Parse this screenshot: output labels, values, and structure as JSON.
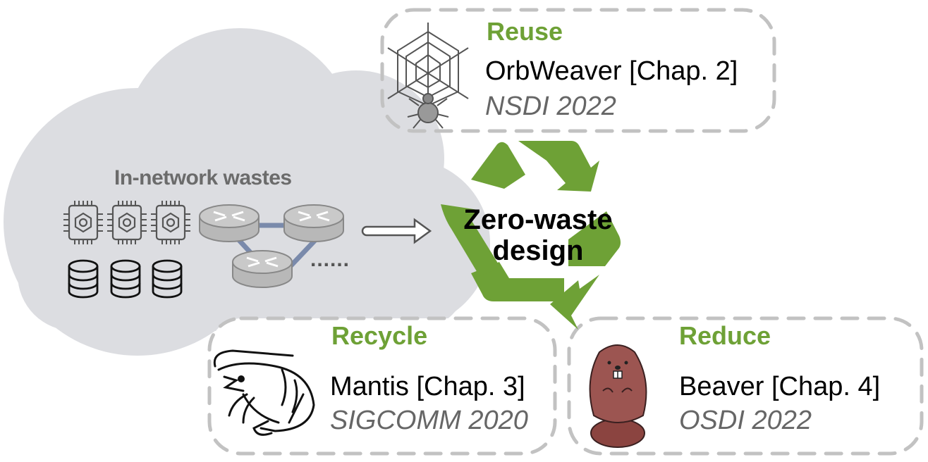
{
  "colors": {
    "accent_green": "#6ea136",
    "cloud_fill": "#dcdde1",
    "box_border": "#c2c2c2",
    "venue_text": "#666666",
    "beaver_body": "#9c5551",
    "router_link": "#7a8aab"
  },
  "cloud": {
    "title": "In-network wastes",
    "ellipsis": "......",
    "icons": [
      "chip-icon",
      "chip-icon",
      "chip-icon",
      "database-icon",
      "database-icon",
      "database-icon",
      "router-icon",
      "router-icon",
      "router-icon"
    ]
  },
  "center": {
    "line1": "Zero-waste",
    "line2": "design",
    "icon": "recycle-icon"
  },
  "boxes": {
    "reuse": {
      "category": "Reuse",
      "project": "OrbWeaver [Chap. 2]",
      "venue": "NSDI 2022",
      "icon": "spider-web-icon"
    },
    "recycle": {
      "category": "Recycle",
      "project": "Mantis [Chap. 3]",
      "venue": "SIGCOMM 2020",
      "icon": "shrimp-icon"
    },
    "reduce": {
      "category": "Reduce",
      "project": "Beaver [Chap. 4]",
      "venue": "OSDI 2022",
      "icon": "beaver-icon"
    }
  }
}
